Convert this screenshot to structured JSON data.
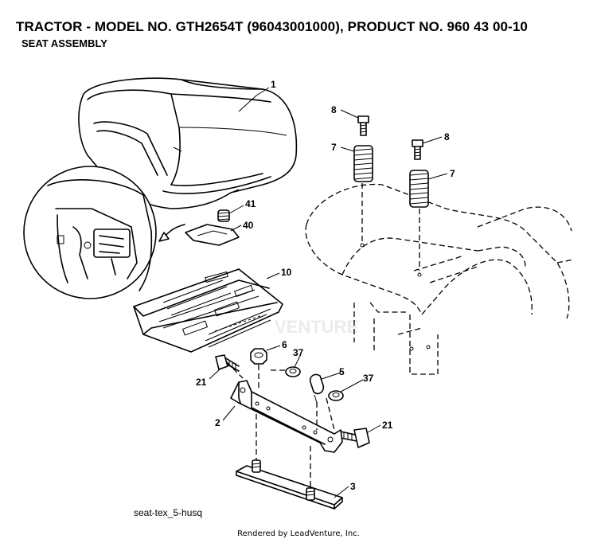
{
  "header": {
    "title": "TRACTOR - MODEL NO. GTH2654T (96043001000), PRODUCT NO. 960 43 00-10",
    "subtitle": "SEAT ASSEMBLY"
  },
  "callouts": {
    "c1": "1",
    "c8a": "8",
    "c7a": "7",
    "c8b": "8",
    "c7b": "7",
    "c41": "41",
    "c40": "40",
    "c10": "10",
    "c6": "6",
    "c37a": "37",
    "c21a": "21",
    "c5": "5",
    "c37b": "37",
    "c2": "2",
    "c21b": "21",
    "c3": "3"
  },
  "watermark": {
    "text": "VENTURE"
  },
  "footer": {
    "reference": "seat-tex_5-husq",
    "credit": "Rendered by LeadVenture, Inc."
  }
}
